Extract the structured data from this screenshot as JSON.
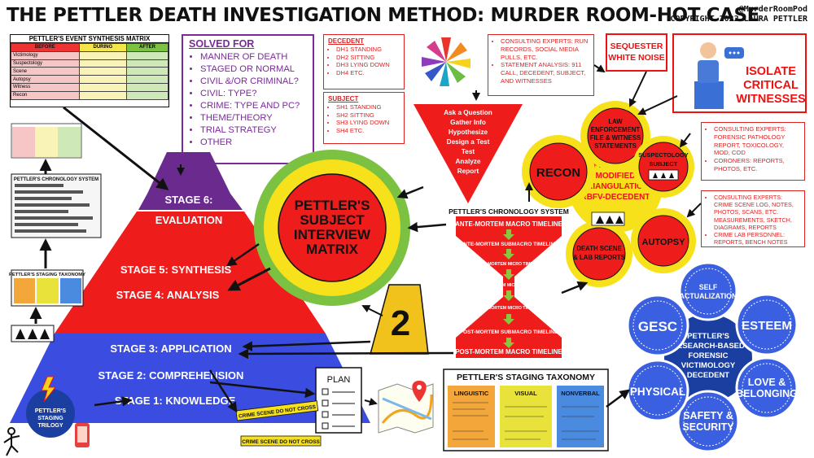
{
  "title": "THE PETTLER DEATH INVESTIGATION METHOD: MURDER ROOM-HOT CASE",
  "credit": {
    "handle": "@MurderRoomPod",
    "copyright": "COPYRIGHT 2022 LAURA PETTLER"
  },
  "event_matrix": {
    "title": "PETTLER'S EVENT SYNTHESIS MATRIX",
    "columns": [
      "BEFORE",
      "DURING",
      "AFTER"
    ],
    "rows": [
      "Victimology",
      "Suspectology",
      "Scene",
      "Autopsy",
      "Witness",
      "Recon"
    ]
  },
  "solved_for": {
    "heading": "SOLVED FOR",
    "items": [
      "MANNER OF DEATH",
      "STAGED OR NORMAL",
      "CIVIL &/OR CRIMINAL?",
      "CIVIL: TYPE?",
      "CRIME: TYPE AND PC?",
      "THEME/THEORY",
      "TRIAL STRATEGY",
      "OTHER"
    ]
  },
  "decedent_box": {
    "heading": "DECEDENT",
    "items": [
      "DH1 STANDING",
      "DH2 SITTING",
      "DH3 LYING DOWN",
      "DH4 ETC."
    ]
  },
  "subject_box": {
    "heading": "SUBJECT",
    "items": [
      "SH1 STANDING",
      "SH2 SITTING",
      "SH3 LYING DOWN",
      "SH4 ETC."
    ]
  },
  "consult_top": {
    "items": [
      "CONSULTING EXPERTS: RUN RECORDS, SOCIAL MEDIA PULLS, ETC.",
      "STATEMENT ANALYSIS: 911 CALL, DECEDENT, SUBJECT, AND WITNESSES"
    ]
  },
  "consult_mid": {
    "items": [
      "CONSULTING EXPERTS: FORENSIC PATHOLOGY REPORT, TOXICOLOGY, MOD, COD",
      "CORONERS: REPORTS, PHOTOS, ETC."
    ]
  },
  "consult_bottom": {
    "items": [
      "CONSULTING EXPERTS: CRIME SCENE LOG, NOTES, PHOTOS, SCANS, ETC. MEASUREMENTS, SKETCH, DIAGRAMS, REPORTS",
      "CRIME LAB PERSONNEL: REPORTS, BENCH NOTES"
    ]
  },
  "sequester": "SEQUESTER WHITE NOISE",
  "isolate": "ISOLATE CRITICAL WITNESSES",
  "scientific_method": [
    "Ask a Question",
    "Gather Info",
    "Hypothesize",
    "Design a Test",
    "Test",
    "Analyze",
    "Report"
  ],
  "pyramid": {
    "stages": [
      "STAGE 6:",
      "EVALUATION",
      "STAGE 5: SYNTHESIS",
      "STAGE 4: ANALYSIS",
      "STAGE 3: APPLICATION",
      "STAGE 2: COMPREHENSION",
      "STAGE 1: KNOWLEDGE"
    ],
    "trilogy": "PETTLER'S STAGING TRILOGY"
  },
  "interview_matrix": "PETTLER'S SUBJECT INTERVIEW MATRIX",
  "chronology": {
    "title": "PETTLER'S CHRONOLOGY SYSTEM",
    "levels": [
      "ANTE-MORTEM MACRO TIMELINE",
      "ANTE-MORTEM SUBMACRO TIMELINE",
      "ANTE-MORTEM MICRO TIMELINE",
      "PERI-MORTEM MICRO TIMELINE",
      "POST-MORTEM MICRO TIMELINE",
      "POST-MORTEM SUBMACRO TIMELINE",
      "POST-MORTEM MACRO TIMELINE"
    ]
  },
  "triangulation": {
    "center": "PETTLER'S MODIFIED TRIANGULATION RBFV-DECEDENT",
    "nodes": [
      "LAW ENFORCEMENT FILE & WITNESS STATEMENTS",
      "SUSPECTOLOGY SUBJECT",
      "AUTOPSY",
      "DEATH SCENE & LAB REPORTS",
      "RECON"
    ]
  },
  "victimology": {
    "center": "PETTLER'S RESEARCH-BASED FORENSIC VICTIMOLOGY DECEDENT",
    "nodes": [
      "SELF ACTUALIZATION",
      "ESTEEM",
      "LOVE & BELONGING",
      "SAFETY & SECURITY",
      "PHYSICAL",
      "GESC"
    ]
  },
  "taxonomy": {
    "title": "PETTLER'S STAGING TAXONOMY",
    "columns": [
      "LINGUISTIC",
      "VISUAL",
      "NONVERBAL"
    ]
  },
  "thumbnails": {
    "chronology": "PETTLER'S CHRONOLOGY SYSTEM",
    "taxonomy": "PETTLER'S STAGING TAXONOMY"
  },
  "plan_label": "PLAN",
  "evidence_marker": "2",
  "crime_tape": "CRIME SCENE DO NOT CROSS",
  "colors": {
    "red": "#ef1c1c",
    "purple": "#6a2a8e",
    "blue": "#3a4de0",
    "navy": "#1a3fa0",
    "yellow": "#f7e11a",
    "green": "#7cc242",
    "dark": "#111111"
  }
}
